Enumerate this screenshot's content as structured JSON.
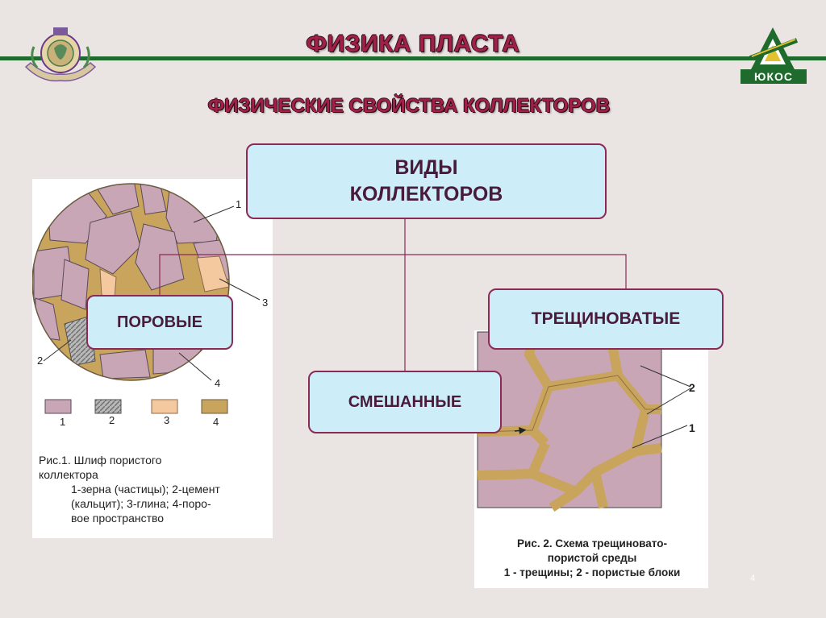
{
  "header": {
    "title": "ФИЗИКА ПЛАСТА",
    "subtitle": "ФИЗИЧЕСКИЕ СВОЙСТВА КОЛЛЕКТОРОВ",
    "logo_right_text": "ЮКОС"
  },
  "diagram": {
    "main_box_line1": "ВИДЫ",
    "main_box_line2": "КОЛЛЕКТОРОВ",
    "pore_box": "ПОРОВЫЕ",
    "crack_box": "ТРЕЩИНОВАТЫЕ",
    "mixed_box": "СМЕШАННЫЕ"
  },
  "figure1": {
    "callouts": [
      "1",
      "2",
      "3",
      "4"
    ],
    "legend": [
      "1",
      "2",
      "3",
      "4"
    ],
    "caption_lines": [
      "Рис.1. Шлиф пористого",
      "коллектора",
      "1-зерна (частицы); 2-цемент",
      "(кальцит); 3-глина; 4-поро-",
      "вое пространство"
    ]
  },
  "figure2": {
    "callouts": [
      "2",
      "1"
    ],
    "caption_lines": [
      "Рис. 2. Схема трещиновато-",
      "пористой среды",
      "1 - трещины; 2 - пористые блоки"
    ]
  },
  "page_number": "4",
  "colors": {
    "accent": "#a0204a",
    "line": "#1f6b2d",
    "box_fill": "#cdeef8",
    "grain": "#c8a6b6",
    "cement": "#c9c9c9",
    "clay": "#f5c9a0",
    "pore": "#c8a45c"
  }
}
